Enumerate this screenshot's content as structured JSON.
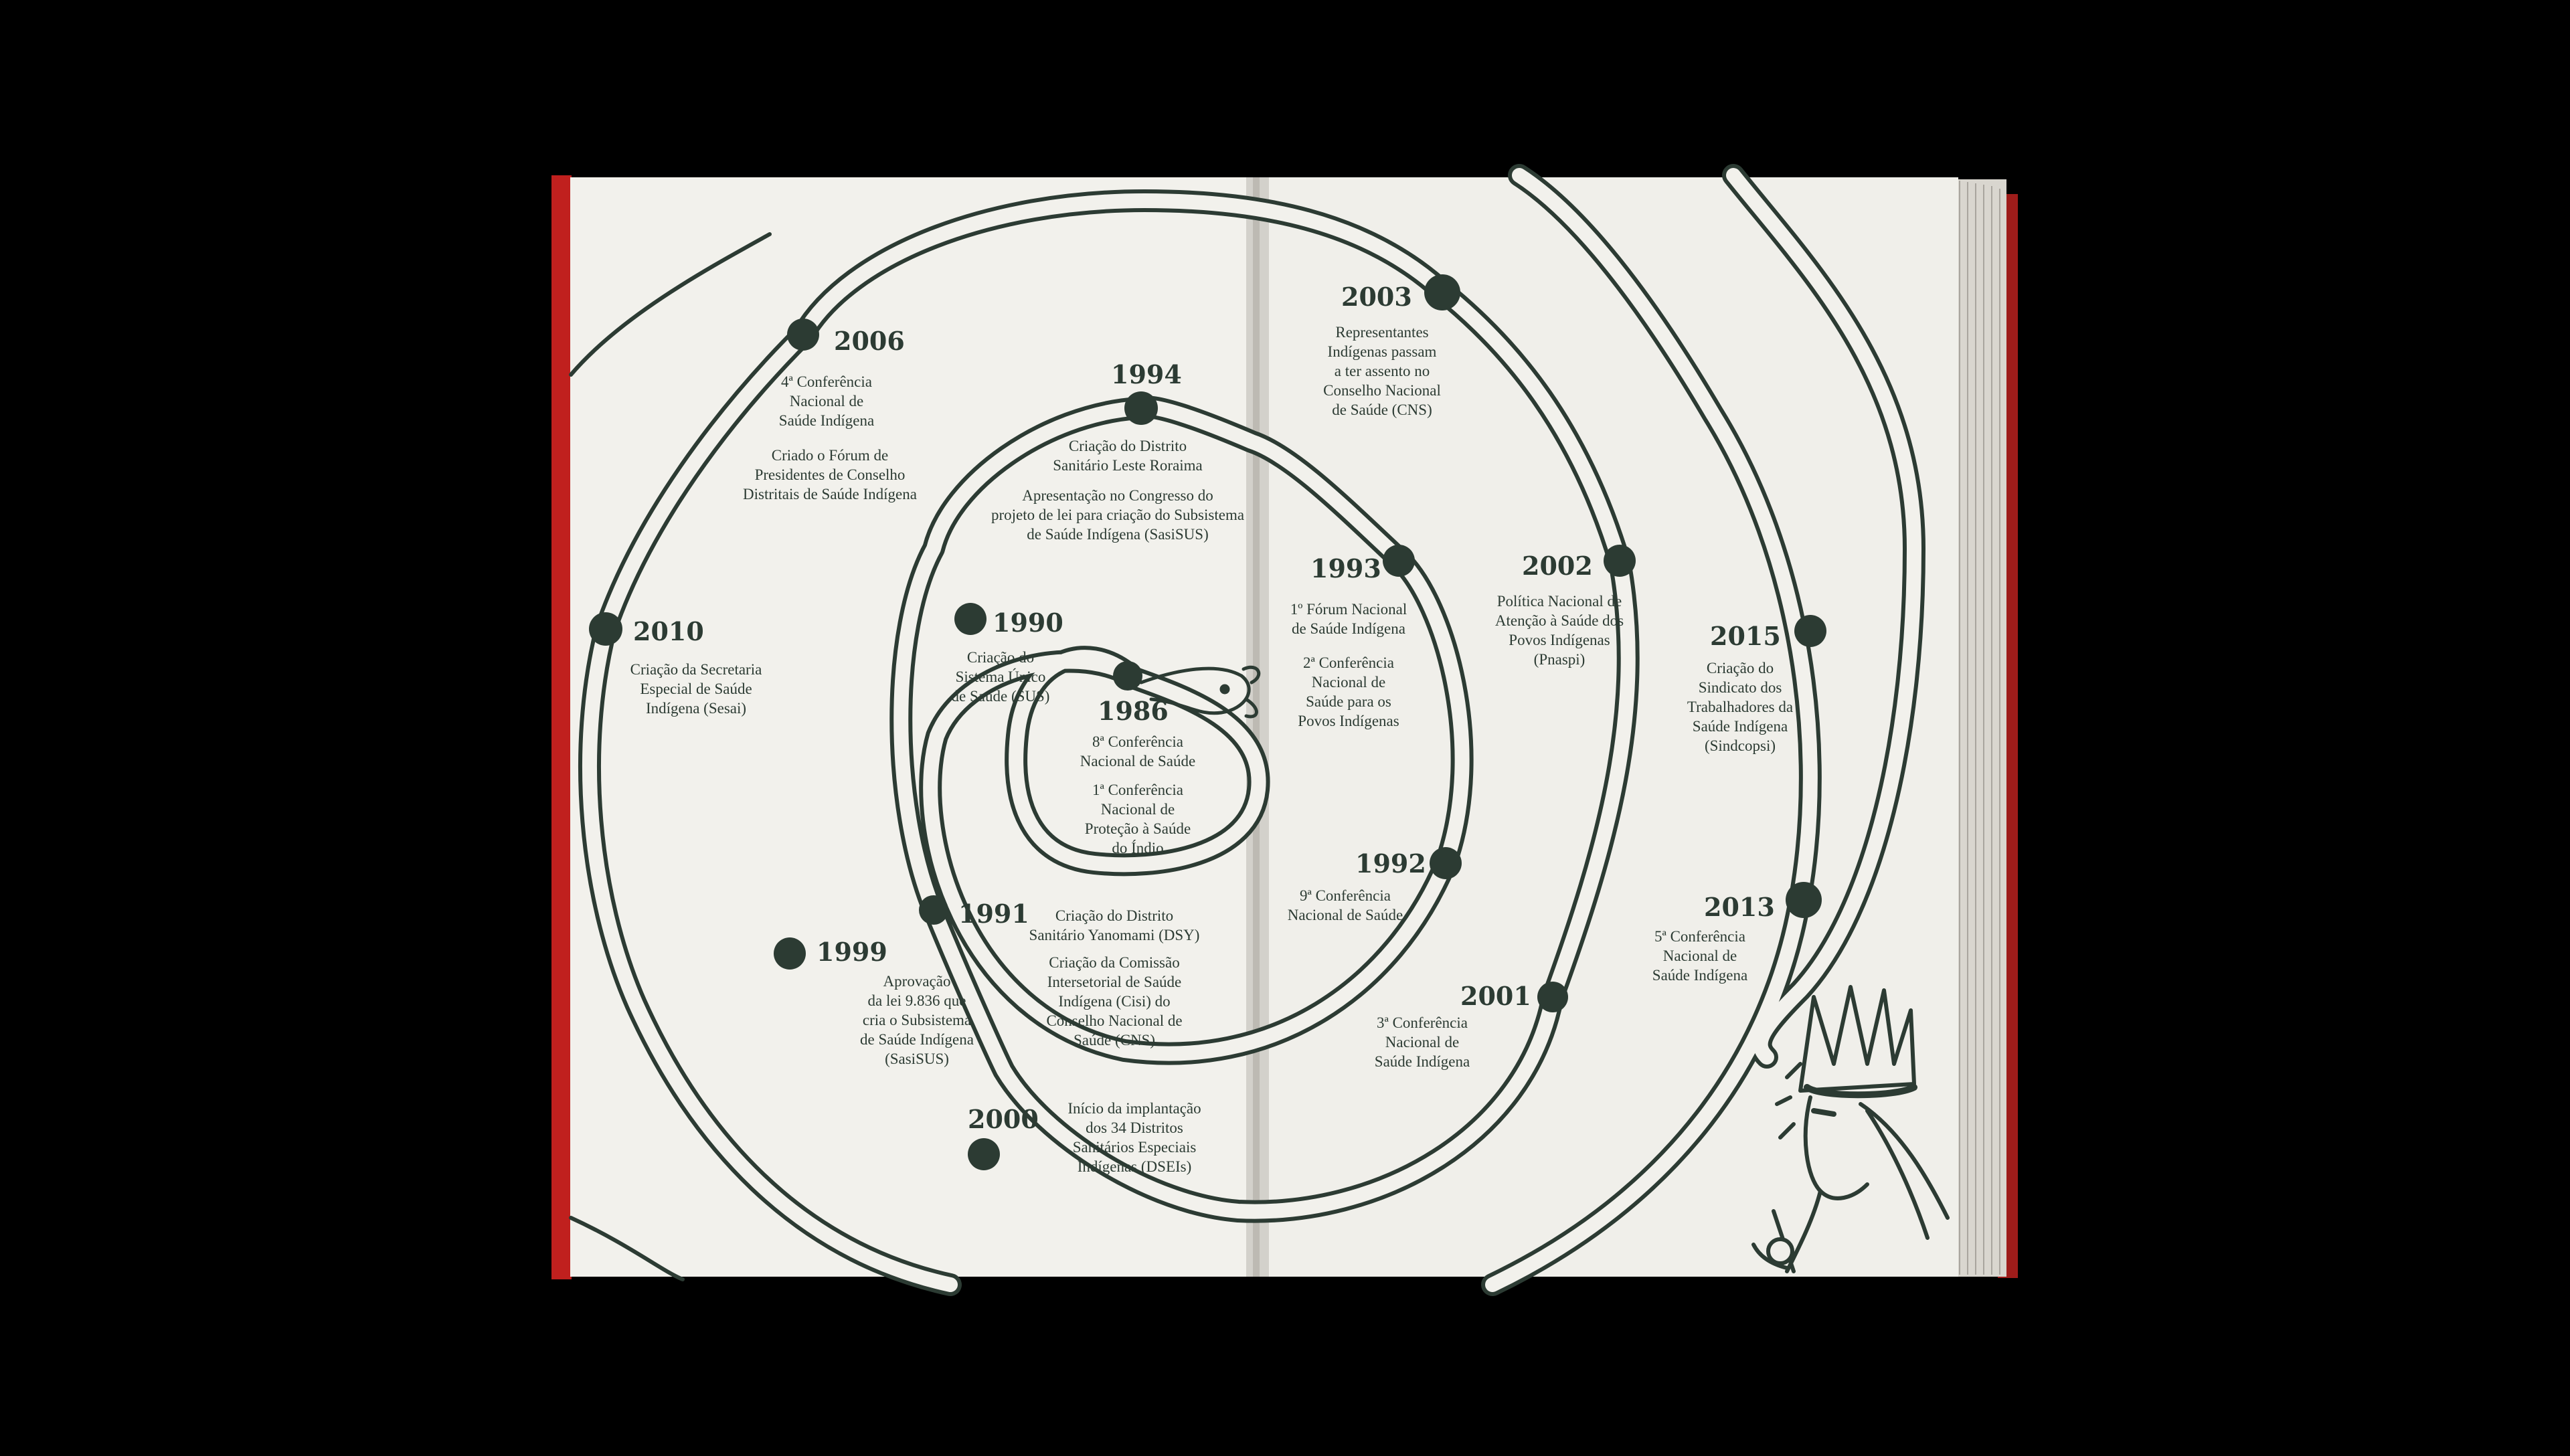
{
  "spiral_title": "",
  "colors": {
    "ink": "#2c3b33",
    "paper": "#f2f1ec",
    "spine_red": "#c0201e",
    "background": "#000000"
  },
  "events": [
    {
      "year": "1986",
      "notes": [
        "8ª Conferência\nNacional de Saúde",
        "1ª Conferência\nNacional de\nProteção à Saúde\ndo Índio"
      ]
    },
    {
      "year": "1990",
      "notes": [
        "Criação do\nSistema Único\nde Saúde (SUS)"
      ]
    },
    {
      "year": "1991",
      "notes": [
        "Criação do Distrito\nSanitário Yanomami (DSY)",
        "Criação da Comissão\nIntersetorial de Saúde\nIndígena (Cisi) do\nConselho Nacional de\nSaúde (CNS)"
      ]
    },
    {
      "year": "1992",
      "notes": [
        "9ª Conferência\nNacional de Saúde"
      ]
    },
    {
      "year": "1993",
      "notes": [
        "1º Fórum Nacional\nde Saúde Indígena",
        "2ª Conferência\nNacional de\nSaúde para os\nPovos Indígenas"
      ]
    },
    {
      "year": "1994",
      "notes": [
        "Criação do Distrito\nSanitário Leste Roraima",
        "Apresentação no Congresso do\nprojeto de lei para criação do Subsistema\nde Saúde Indígena (SasiSUS)"
      ]
    },
    {
      "year": "1999",
      "notes": [
        "Aprovação\nda lei 9.836 que\ncria o Subsistema\nde Saúde Indígena\n(SasiSUS)"
      ]
    },
    {
      "year": "2000",
      "notes": [
        "Início da implantação\ndos 34 Distritos\nSanitários Especiais\nIndígenas (DSEIs)"
      ]
    },
    {
      "year": "2001",
      "notes": [
        "3ª Conferência\nNacional de\nSaúde Indígena"
      ]
    },
    {
      "year": "2002",
      "notes": [
        "Política Nacional de\nAtenção à Saúde dos\nPovos Indígenas\n(Pnaspi)"
      ]
    },
    {
      "year": "2003",
      "notes": [
        "Representantes\nIndígenas passam\na ter assento no\nConselho Nacional\nde Saúde (CNS)"
      ]
    },
    {
      "year": "2006",
      "notes": [
        "4ª Conferência\nNacional de\nSaúde Indígena",
        "Criado o Fórum de\nPresidentes de Conselho\nDistritais de Saúde Indígena"
      ]
    },
    {
      "year": "2010",
      "notes": [
        "Criação da Secretaria\nEspecial de Saúde\nIndígena (Sesai)"
      ]
    },
    {
      "year": "2013",
      "notes": [
        "5ª Conferência\nNacional de\nSaúde Indígena"
      ]
    },
    {
      "year": "2015",
      "notes": [
        "Criação do\nSindicato dos\nTrabalhadores da\nSaúde Indígena\n(Sindcopsi)"
      ]
    }
  ]
}
